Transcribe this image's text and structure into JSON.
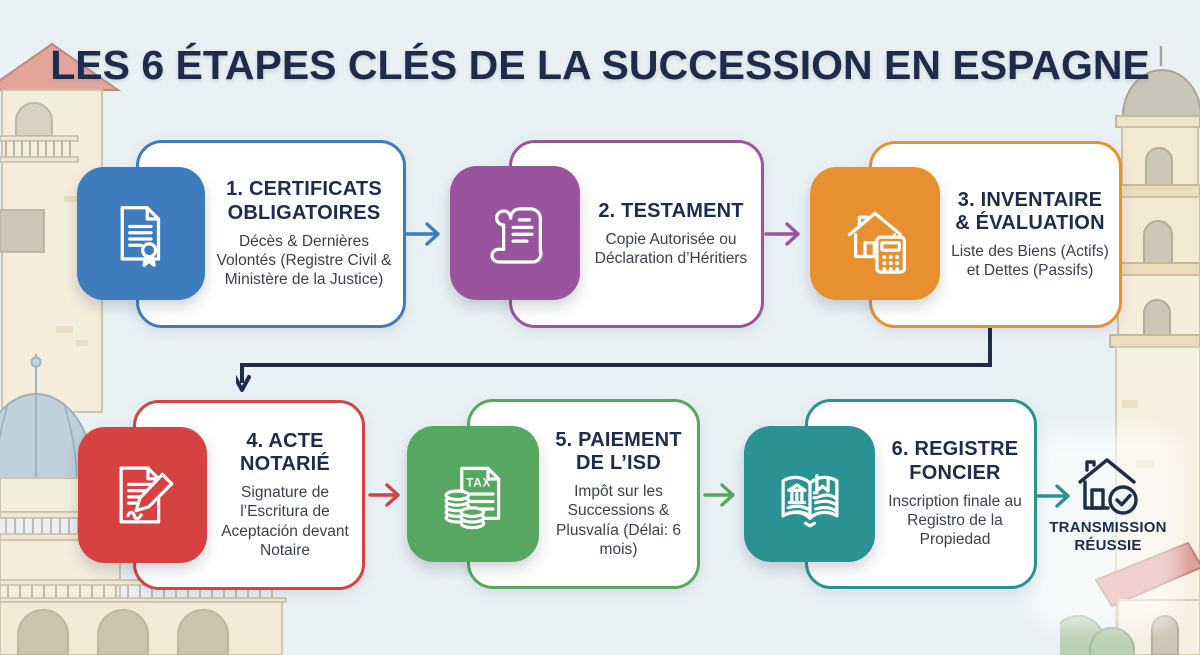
{
  "title": "LES 6 ÉTAPES CLÉS DE LA SUCCESSION EN ESPAGNE",
  "theme": {
    "background_color": "#e9f1f4",
    "title_color": "#1d2c4b",
    "subtitle_text_color": "#38414d",
    "connector_color": "#1e2d49"
  },
  "steps": [
    {
      "title": "1. CERTIFICATS OBLIGATOIRES",
      "subtitle": "Décès & Dernières Volontés (Registre Civil & Ministère de la Justice)",
      "color": "#3e7cbe",
      "icon": "certificate-icon"
    },
    {
      "title": "2. TESTAMENT",
      "subtitle": "Copie Autorisée ou Déclaration d’Héritiers",
      "color": "#9a549e",
      "icon": "testament-scroll-icon"
    },
    {
      "title": "3. INVENTAIRE & ÉVALUATION",
      "subtitle": "Liste des Biens (Actifs) et Dettes (Passifs)",
      "color": "#e88f2f",
      "icon": "house-calculator-icon"
    },
    {
      "title": "4. ACTE NOTARIÉ",
      "subtitle": "Signature de l’Escritura de Aceptación devant Notaire",
      "color": "#d64141",
      "icon": "notary-signature-icon"
    },
    {
      "title": "5. PAIEMENT DE L’ISD",
      "subtitle": "Impôt sur les Successions & Plusvalía (Délai: 6 mois)",
      "color": "#57a763",
      "icon": "tax-payment-icon"
    },
    {
      "title": "6. REGISTRE FONCIER",
      "subtitle": "Inscription finale au Registro de la Propiedad",
      "color": "#2a9292",
      "icon": "registry-book-icon"
    }
  ],
  "result": {
    "label": "TRANSMISSION RÉUSSIE",
    "icon": "house-check-icon",
    "color": "#1e2d49"
  }
}
